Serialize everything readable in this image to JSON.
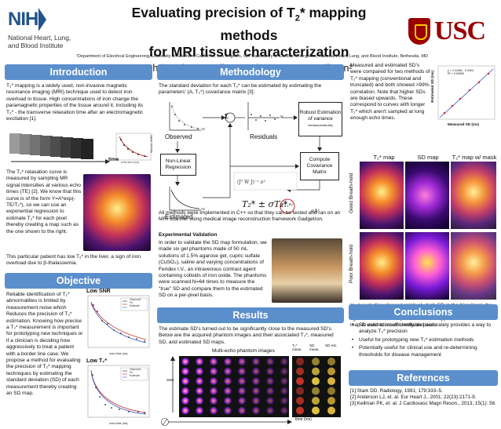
{
  "header": {
    "nih_logo_text": "NIH",
    "nih_name_lines": [
      "National Heart, Lung,",
      "and Blood Institute"
    ],
    "title_line1": "Evaluating precision of T",
    "title_sub": "2",
    "title_star": "* mapping methods",
    "title_line2": "for MRI tissue characterization",
    "authors": "Christopher Sandino¹, Hui Xue², Peter Kellman²",
    "affiliation": "¹Department of Electrical Engineering, University of Southern California, Los Angeles, CA  ²Laboratory of Cardiac Energetics, National Heart, Lung, and Blood Institute, Bethesda, MD",
    "usc_logo_text": "USC"
  },
  "introduction": {
    "heading": "Introduction",
    "para1": "T₂* mapping is a widely used, non-invasive magnetic resonance imaging (MRI) technique used to detect iron overload in tissue. High concentrations of iron change the paramagnetic properties of the tissue around it, including its T₂* - the transverse relaxation time after an electromagnetic excitation [1].",
    "time_label": "time",
    "curve_ylabel": "signal intensity",
    "curve_xlabel": "echo time (ms)",
    "para2": "The T₂* relaxation curve is measured by sampling MR signal intensities at various echo times (TE) [2]. We know that this curve is of the form Y=A*exp(-TE/T₂*), so we can use an exponential regression to estimate T₂* for each pixel thereby creating a map such as the one shown to the right.",
    "para3": "This particular patient has low T₂* in the liver, a sign of iron overload due to β-thalassemia."
  },
  "objective": {
    "heading": "Objective",
    "text": "Reliable identification of T₂* abnormalities is limited by measurement noise which Reduces the precision of T₂* estimation. Knowing how precise a T₂* measurement is important for prototyping new techniques or if a clinician is deciding how aggressively to treat a patient with a border line case. We propose a method for evaluating the precision of T₂* mapping techniques by estimating the standard deviation (SD) of each measurement thereby creating an SD map.",
    "low_snr_label": "Low SNR",
    "low_t2_label": "Low T₂*",
    "legend_items": [
      "Observed",
      "Fit",
      "Estimate"
    ],
    "plot_xlabel": "echo time (ms)"
  },
  "methodology": {
    "heading": "Methodology",
    "intro": "The standard deviation for each T₂* can be estimated by estimating the parameters' (A, T₂*) covariance matrix [3]:",
    "observed_label": "Observed",
    "residuals_label": "Residuals",
    "estimated_label": "Estimated",
    "nonlinear_label": "Non-Linear Regression",
    "robust_label": "Robust Estimation of variance",
    "robust_sub": "median(residuals)",
    "covariance_label": "Compute Covariance Matrix",
    "sigma_label": "Σ",
    "te_label": "TE",
    "pm_formula": "T₂* ± σT₂*",
    "matrix_a": "σA²",
    "matrix_t": "σT₂*²",
    "para1": "All methods were implemented in C++ so that they can be tested and ran on an MRI scanner using medical image reconstruction framework Gadgetron.",
    "exp_heading": "Experimental Validation",
    "exp_text": "In order to validate the SD map formulation, we made six gel phantoms made of 50 mL solutions of 1.5% agarose gel, cupric sulfate (CuSO₄), saline and varying concentrations of Feridex I.V., an intravenous contrast agent containing colloids of iron oxide. The phantoms were scanned N=64 times to measure the \"true\" SD and compare them to the estimated SD on a per-pixel basis."
  },
  "results": {
    "heading": "Results",
    "text": "The estimate SD's turned out to be significantly close to the measured SD's. Below are the acquired phantom images and their associated T₂*, measured SD, and estimated SD maps.",
    "multiecho_label": "Multi-echo phantom images",
    "col_labels": [
      "T₂* meas.",
      "SD meas.",
      "SD est."
    ],
    "time_ticks": [
      "1.0",
      "3.9",
      "6.2",
      "8.5",
      "10.8",
      "13.2",
      "15.5",
      "17.8"
    ],
    "time_axis_label": "time (ms)",
    "snr_label": "SNR"
  },
  "invivo": {
    "para1": "Measured and estimated SD's were compared for two methods of T₂* mapping (conventional and truncated) and both showed >99% correlation. Note that higher SDs are biased upwards. These correspond to curves with longer T₂* which aren't sampled at long enough echo times.",
    "scatter_eq": "y = 1.0446x - 0.0004",
    "scatter_r2": "R² = 0.99959",
    "scatter_xlabel": "Measured SD (ms)",
    "scatter_ylabel": "Estimated SD (ms)",
    "col_labels": [
      "T₂* map",
      "SD map",
      "T₂* map w/ mask"
    ],
    "row_labels": [
      "Good Breath-hold",
      "Poor Breath-hold"
    ],
    "para2": "In-vivo studies showed relatively high SD in the bloodpool, the heart-lung interface, and areas where motion occurred. The figure above shows a possible clinical application where the SD map is used to mask unreliable pixels."
  },
  "conclusions": {
    "heading": "Conclusions",
    "bullets": [
      "SD estimation efficiently and accurately provides a way to analyze T₂* precision",
      "Useful for prototyping new T₂* estimation methods",
      "Potentially useful for clinical use and re-determining thresholds for disease management"
    ]
  },
  "references": {
    "heading": "References",
    "items": [
      "[1] Stark DD. Radiology, 1991; 179:333–5.",
      "[2] Anderson LJ, et. al. Eur Heart J., 2001; 22(23):2171-9.",
      "[3] Kellman PK, et. al. J Cardiovasc Magn Reson., 2013; 15(1): 56."
    ]
  },
  "colors": {
    "banner": "#5b8fcc",
    "nih_blue": "#20558a",
    "usc_red": "#990000",
    "circle_red": "#cc2222"
  }
}
